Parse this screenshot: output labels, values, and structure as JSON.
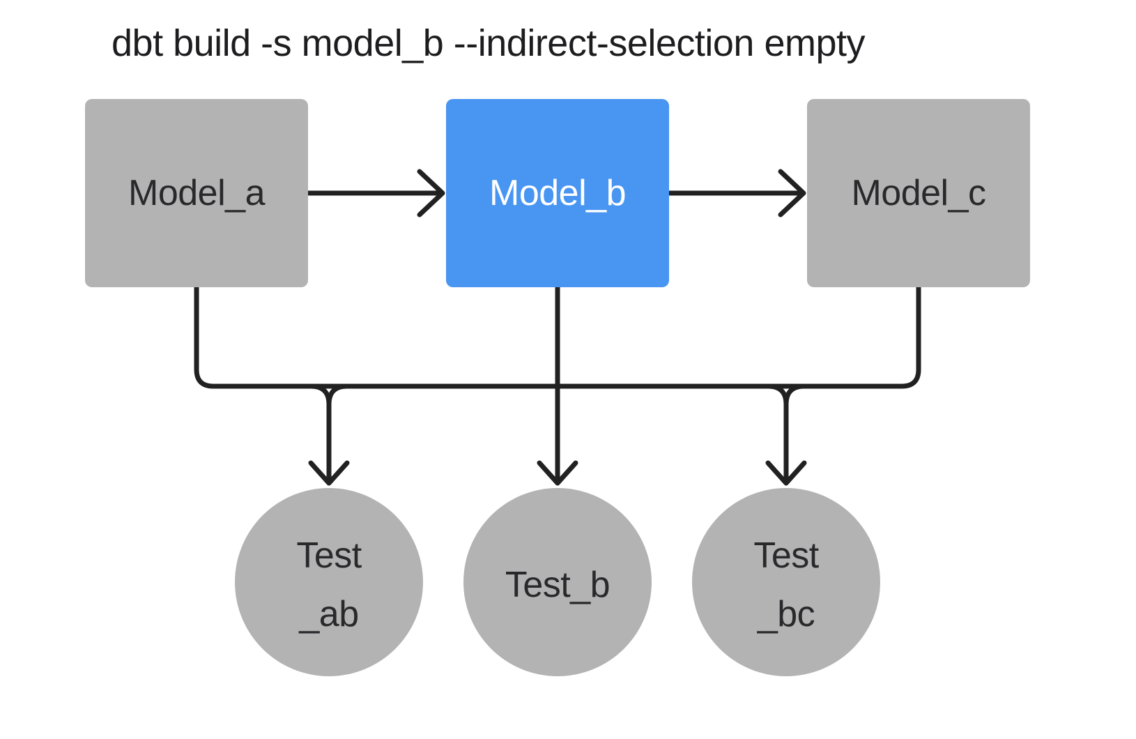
{
  "title": "dbt build -s model_b --indirect-selection empty",
  "colors": {
    "background": "#ffffff",
    "node_default_fill": "#b3b3b3",
    "node_selected_fill": "#4895f2",
    "edge_stroke": "#212121",
    "node_text_dark": "#29292c",
    "node_text_on_selected": "#ffffff",
    "title_text": "#1d1d1f"
  },
  "nodes": {
    "model_a": {
      "label": "Model_a",
      "type": "model",
      "selected": false
    },
    "model_b": {
      "label": "Model_b",
      "type": "model",
      "selected": true
    },
    "model_c": {
      "label": "Model_c",
      "type": "model",
      "selected": false
    },
    "test_ab": {
      "label_line1": "Test",
      "label_line2": "_ab",
      "type": "test"
    },
    "test_b": {
      "label_line1": "Test_b",
      "label_line2": "",
      "type": "test"
    },
    "test_bc": {
      "label_line1": "Test",
      "label_line2": "_bc",
      "type": "test"
    }
  },
  "edges": [
    {
      "from": "model_a",
      "to": "model_b"
    },
    {
      "from": "model_b",
      "to": "model_c"
    },
    {
      "from": "model_a",
      "to": "test_ab"
    },
    {
      "from": "model_b",
      "to": "test_ab"
    },
    {
      "from": "model_b",
      "to": "test_b"
    },
    {
      "from": "model_b",
      "to": "test_bc"
    },
    {
      "from": "model_c",
      "to": "test_bc"
    }
  ]
}
